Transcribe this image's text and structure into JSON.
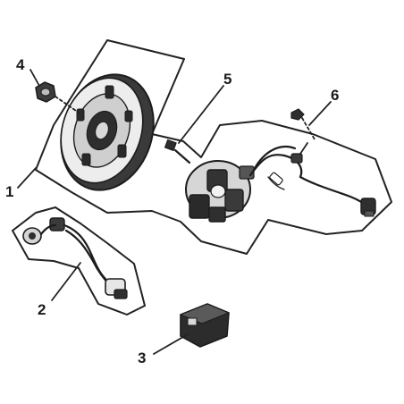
{
  "callouts": {
    "c1": "1",
    "c2": "2",
    "c3": "3",
    "c4": "4",
    "c5": "5",
    "c6": "6"
  },
  "parts": [
    {
      "id": "1",
      "name": "flywheel-stator-assembly"
    },
    {
      "id": "2",
      "name": "pickup-coil-harness"
    },
    {
      "id": "3",
      "name": "connector-block"
    },
    {
      "id": "4",
      "name": "flywheel-nut"
    },
    {
      "id": "5",
      "name": "stator-bolt"
    },
    {
      "id": "6",
      "name": "pickup-bolt"
    }
  ]
}
